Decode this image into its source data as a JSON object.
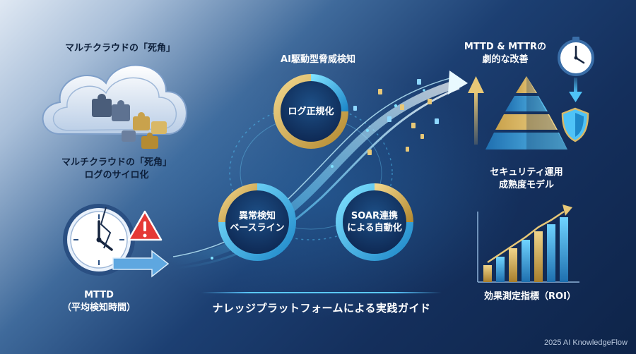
{
  "left": {
    "top_label": "マルチクラウドの「死角」",
    "cloud_label_line1": "マルチクラウドの「死角」",
    "cloud_label_line2": "ログのサイロ化",
    "mttd_line1": "MTTD",
    "mttd_line2": "（平均検知時間）"
  },
  "center": {
    "title": "AI駆動型脅威検知",
    "node_top": "ログ正規化",
    "node_left_line1": "異常検知",
    "node_left_line2": "ベースライン",
    "node_right_line1": "SOAR連携",
    "node_right_line2": "による自動化",
    "subtitle": "ナレッジプラットフォームによる実践ガイド"
  },
  "right": {
    "mttr_line1": "MTTD & MTTRの",
    "mttr_line2": "劇的な改善",
    "maturity_line1": "セキュリティ運用",
    "maturity_line2": "成熟度モデル",
    "roi_label": "効果測定指標（ROI）"
  },
  "credit": "2025 AI KnowledgeFlow",
  "colors": {
    "accent_cyan": "#4fc3f7",
    "accent_gold": "#d9b866",
    "warning_red": "#e53935",
    "navy": "#142f5c"
  }
}
